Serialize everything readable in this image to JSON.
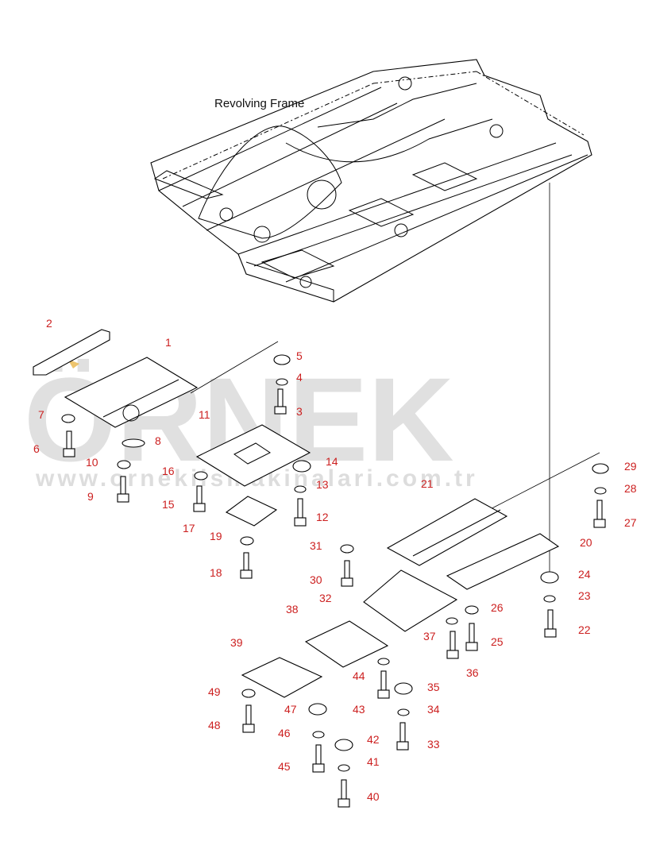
{
  "title": "Revolving Frame",
  "watermark": {
    "logo_text": "ÖRNEK",
    "url": "www.ornekiismakinalari.com.tr"
  },
  "callouts": [
    "1",
    "2",
    "3",
    "4",
    "5",
    "6",
    "7",
    "8",
    "9",
    "10",
    "11",
    "12",
    "13",
    "14",
    "15",
    "16",
    "17",
    "18",
    "19",
    "20",
    "21",
    "22",
    "23",
    "24",
    "25",
    "26",
    "27",
    "28",
    "29",
    "30",
    "31",
    "32",
    "33",
    "34",
    "35",
    "36",
    "37",
    "38",
    "39",
    "40",
    "41",
    "42",
    "43",
    "44",
    "45",
    "46",
    "47",
    "48",
    "49"
  ],
  "colors": {
    "callout": "#cc1f1f",
    "line": "#000000",
    "watermark": "#c8c8c8",
    "logo_accent": "#e8b54a"
  }
}
